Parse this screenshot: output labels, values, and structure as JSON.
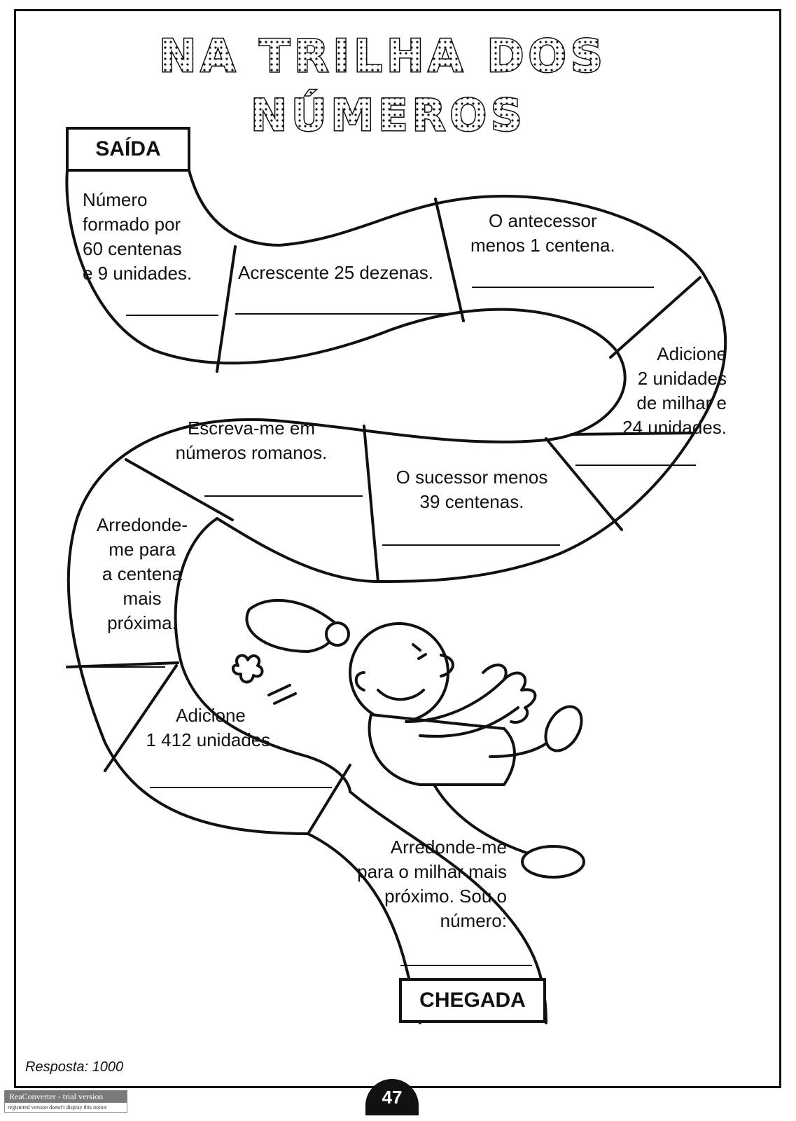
{
  "title": {
    "line1": "NA TRILHA DOS",
    "line2": "NÚMEROS"
  },
  "start_label": "SAÍDA",
  "finish_label": "CHEGADA",
  "cells": [
    "Número\nformado por\n60 centenas\ne 9 unidades.",
    "Acrescente 25 dezenas.",
    "O antecessor\nmenos 1 centena.",
    "Adicione\n2 unidades\nde milhar e\n24 unidades.",
    "O sucessor menos\n39 centenas.",
    "Escreva-me em\nnúmeros romanos.",
    "Arredonde-\nme para\na centena\nmais\npróxima.",
    "Adicione\n1 412 unidades.",
    "Arredonde-me\npara o milhar mais\npróximo. Sou o\nnúmero:"
  ],
  "answer": "Resposta: 1000",
  "page_number": "47",
  "watermark": {
    "title": "ReaConverter - trial version",
    "note": "registered version doesn't display this notice"
  }
}
